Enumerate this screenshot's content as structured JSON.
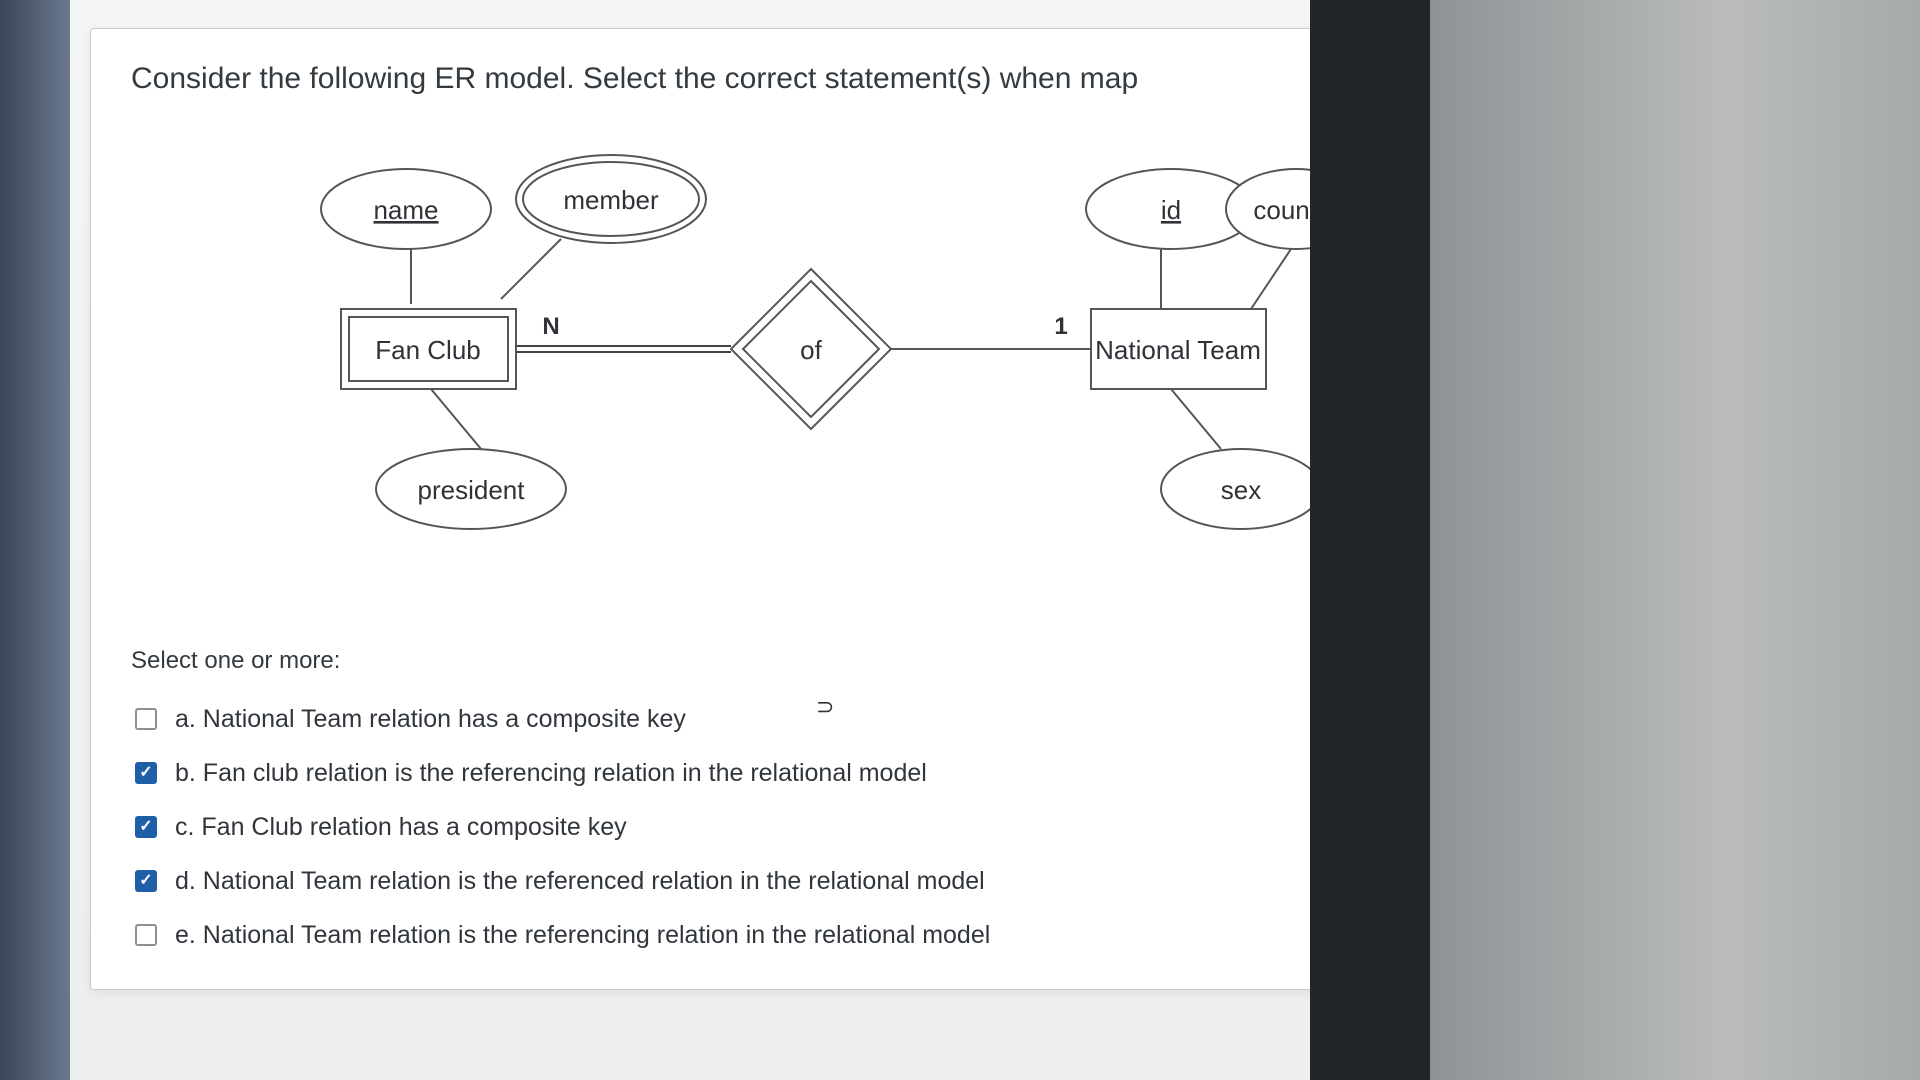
{
  "question": {
    "text": "Consider the following ER model. Select the correct statement(s) when map"
  },
  "er_diagram": {
    "entities": [
      "Fan Club",
      "National Team"
    ],
    "relationship": "of",
    "attributes": [
      "name",
      "member",
      "president",
      "id",
      "country",
      "sex"
    ],
    "cardinality_left": "N",
    "cardinality_right": "1"
  },
  "answers": {
    "prompt": "Select one or more:",
    "options": [
      {
        "label": "a. National Team relation has a composite key",
        "checked": false
      },
      {
        "label": "b. Fan club relation is the referencing relation in the relational model",
        "checked": true
      },
      {
        "label": "c. Fan Club relation has a composite key",
        "checked": true
      },
      {
        "label": "d. National Team relation is the referenced relation in the relational model",
        "checked": true
      },
      {
        "label": "e. National Team relation is the referencing relation in the relational model",
        "checked": false
      }
    ]
  },
  "colors": {
    "checkbox_checked": "#1f5fa8",
    "text": "#333a40"
  }
}
